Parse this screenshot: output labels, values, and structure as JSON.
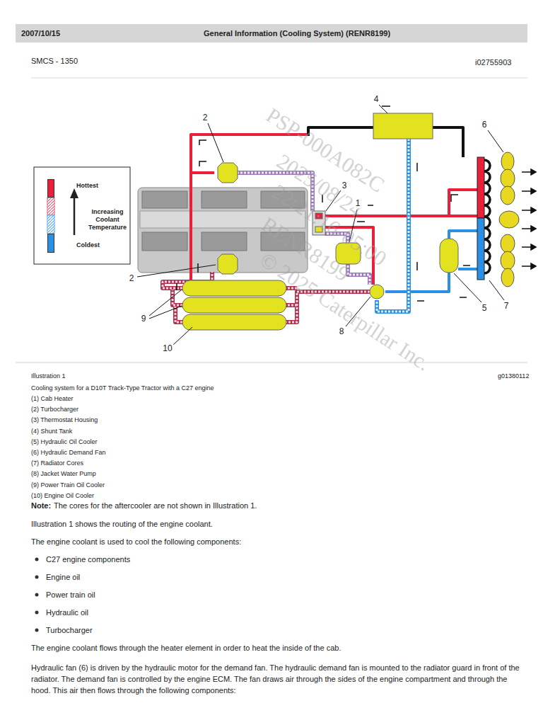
{
  "diagram": {
    "title": "General Information (Cooling System) (RENR8199)",
    "caption": "Cooling system for a D10T Track-Type Tractor with a C27 engine",
    "labels": [
      "2007/10/15",
      "SMCS - 1350",
      "i02755903",
      "PSP-000A082C",
      "2025/08/24",
      "22:21:16-05:00",
      "RENR8199",
      "© 2025 Caterpillar Inc.",
      "2",
      "2",
      "3",
      "1",
      "4",
      "6",
      "5",
      "7",
      "8",
      "9",
      "10",
      "Illustration 1",
      "g01380112",
      "(1) Cab Heater",
      "(2) Turbocharger",
      "(3) Thermostat Housing",
      "(4) Shunt Tank",
      "(5) Hydraulic Oil Cooler",
      "(6) Hydraulic Demand Fan",
      "(7) Radiator Cores",
      "(8) Jacket Water Pump",
      "(9) Power Train Oil Cooler",
      "(10) Engine Oil Cooler",
      "Note:",
      "The cores for the aftercooler are not shown in Illustration 1.",
      "Illustration 1 shows the routing of the engine coolant.",
      "The engine coolant is used to cool the following components:",
      "C27 engine components",
      "Engine oil",
      "Power train oil",
      "Hydraulic oil",
      "Turbocharger",
      "The engine coolant flows through the heater element in order to heat the inside of the cab.",
      "Hydraulic fan (6) is driven by the hydraulic motor for the demand fan. The hydraulic demand fan is mounted to the radiator guard in front of the radiator. The demand fan is controlled by the engine ECM. The fan draws air through the sides of the engine compartment and through the hood. This air then flows through the following components:"
    ],
    "legend": [
      {
        "text": "Hottest",
        "color": "#e8203a"
      },
      {
        "text": "Increasing Coolant Temperature"
      },
      {
        "text": "Coldest",
        "color": "#2b8fe6"
      }
    ]
  }
}
